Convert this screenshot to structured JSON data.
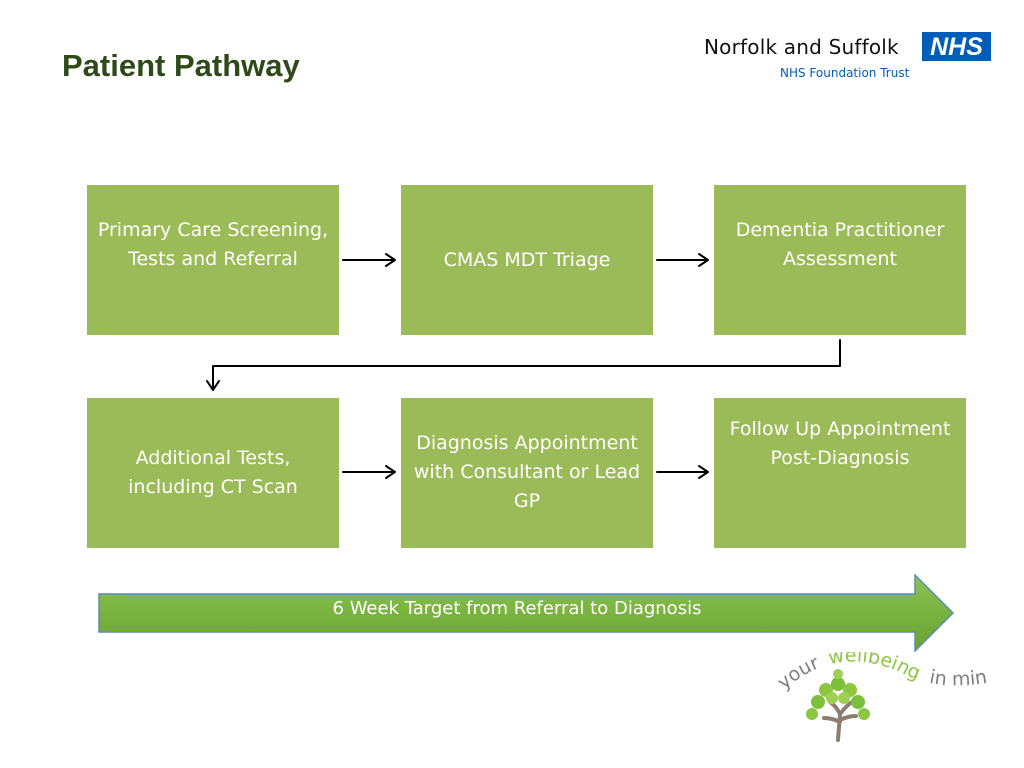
{
  "header": {
    "title": "Patient Pathway",
    "org_name": "Norfolk and Suffolk",
    "org_sub": "NHS Foundation Trust",
    "nhs_logo_text": "NHS"
  },
  "pathway": {
    "steps": [
      {
        "label": "Primary Care Screening, Tests and Referral"
      },
      {
        "label": "CMAS MDT Triage"
      },
      {
        "label": "Dementia Practitioner Assessment"
      },
      {
        "label": "Additional Tests, including CT Scan"
      },
      {
        "label": "Diagnosis Appointment with Consultant or Lead GP"
      },
      {
        "label": "Follow Up Appointment Post-Diagnosis"
      }
    ],
    "target_banner": "6 Week Target from Referral to Diagnosis"
  },
  "footer_logo": {
    "text_your": "your",
    "text_wellbeing": "wellbeing",
    "text_in_mind": "in mind"
  },
  "colors": {
    "title": "#2d4a18",
    "box_fill": "#9bbb59",
    "banner_fill": "#7ab33f",
    "nhs_blue": "#005eb8"
  }
}
